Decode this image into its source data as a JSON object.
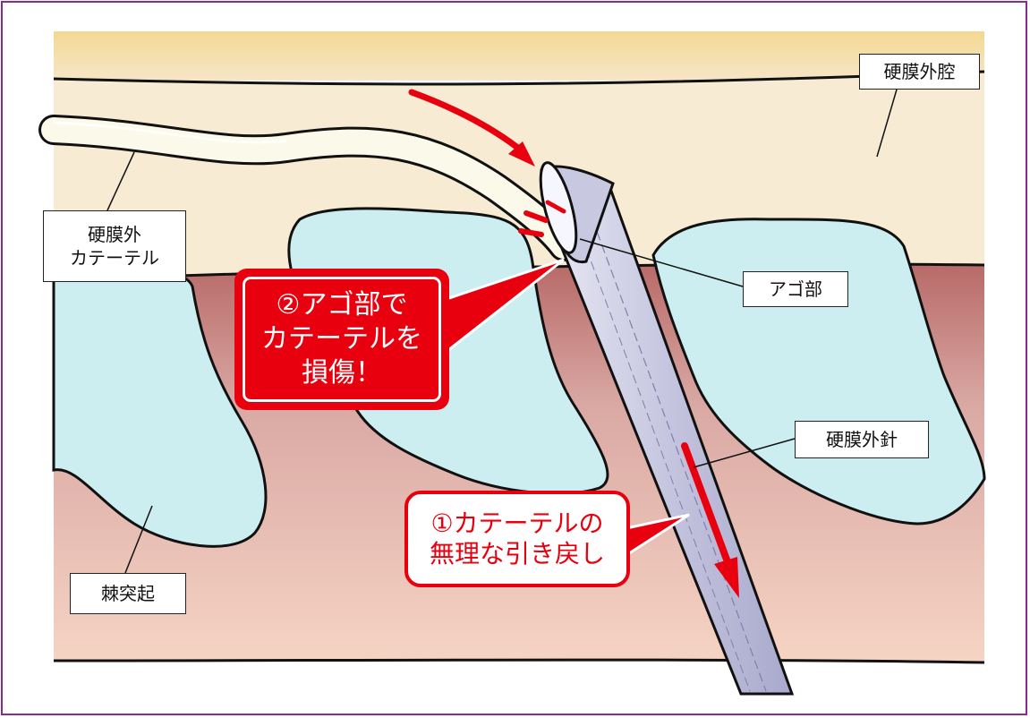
{
  "labels": {
    "epidural_space": "硬膜外腔",
    "epidural_catheter_line1": "硬膜外",
    "epidural_catheter_line2": "カテーテル",
    "bevel_heel": "アゴ部",
    "epidural_needle": "硬膜外針",
    "spinous_process": "棘突起"
  },
  "callouts": {
    "damage_line1": "②アゴ部で",
    "damage_line2": "カテーテルを",
    "damage_line3": "損傷！",
    "pullback_line1": "①カテーテルの",
    "pullback_line2": "無理な引き戻し"
  },
  "colors": {
    "frame": "#8a2a8a",
    "alert_red": "#e8000f",
    "bone": "#cdeef0",
    "epidural_fat": "#f7ecd3",
    "ligament": "#d9a5a0",
    "needle": "#c8c8e0"
  }
}
